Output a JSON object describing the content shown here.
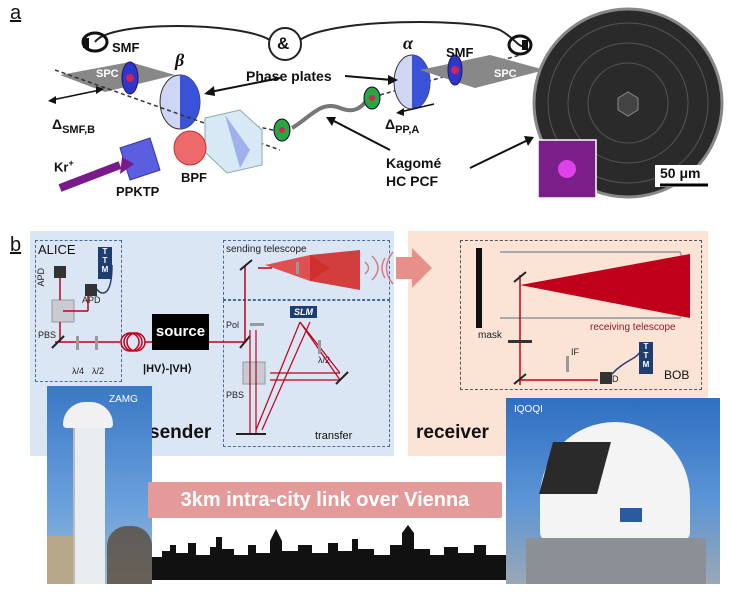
{
  "panel_a": {
    "label": "a",
    "and_symbol": "&",
    "smf_left": "SMF",
    "smf_right": "SMF",
    "spc_left": "SPC",
    "spc_right": "SPC",
    "beta": "β",
    "alpha": "α",
    "phase_plates": "Phase plates",
    "delta_smf": "Δ",
    "delta_smf_sub": "SMF,B",
    "delta_pp": "Δ",
    "delta_pp_sub": "PP,A",
    "kr": "Kr",
    "kr_sup": "+",
    "ppktp": "PPKTP",
    "bpf": "BPF",
    "kagome_1": "Kagomé",
    "kagome_2": "HC PCF",
    "scale_bar": "50 μm"
  },
  "panel_b": {
    "label": "b",
    "alice": "ALICE",
    "ttm_alice": "T\nT\nM",
    "apd_1": "APD",
    "apd_2": "APD",
    "pbs_alice": "PBS",
    "lambda4": "λ/4",
    "lambda2_alice": "λ/2",
    "source": "source",
    "state": "|HV⟩-|VH⟩",
    "sending_telescope": "sending telescope",
    "pol": "Pol",
    "slm": "SLM",
    "lambda2_transfer": "λ/2",
    "pbs_transfer": "PBS",
    "transfer": "transfer",
    "sender": "sender",
    "mask": "mask",
    "receiving_telescope": "receiving telescope",
    "if": "IF",
    "apd_bob": "APD",
    "ttm_bob": "T\nT\nM",
    "bob": "BOB",
    "receiver": "receiver",
    "zamg": "ZAMG",
    "iqoqi": "IQOQI",
    "link": "3km intra-city link over Vienna"
  },
  "colors": {
    "sender_bg": "#dbe6f4",
    "receiver_bg": "#fbe3d6",
    "link_bar": "#e59a9a",
    "beam_red": "#c0001a",
    "ttm_blue": "#1f3d6e"
  },
  "icons": [
    "wave-icon",
    "arrow-right-icon",
    "fiber-coil-icon",
    "telescope-icon"
  ]
}
